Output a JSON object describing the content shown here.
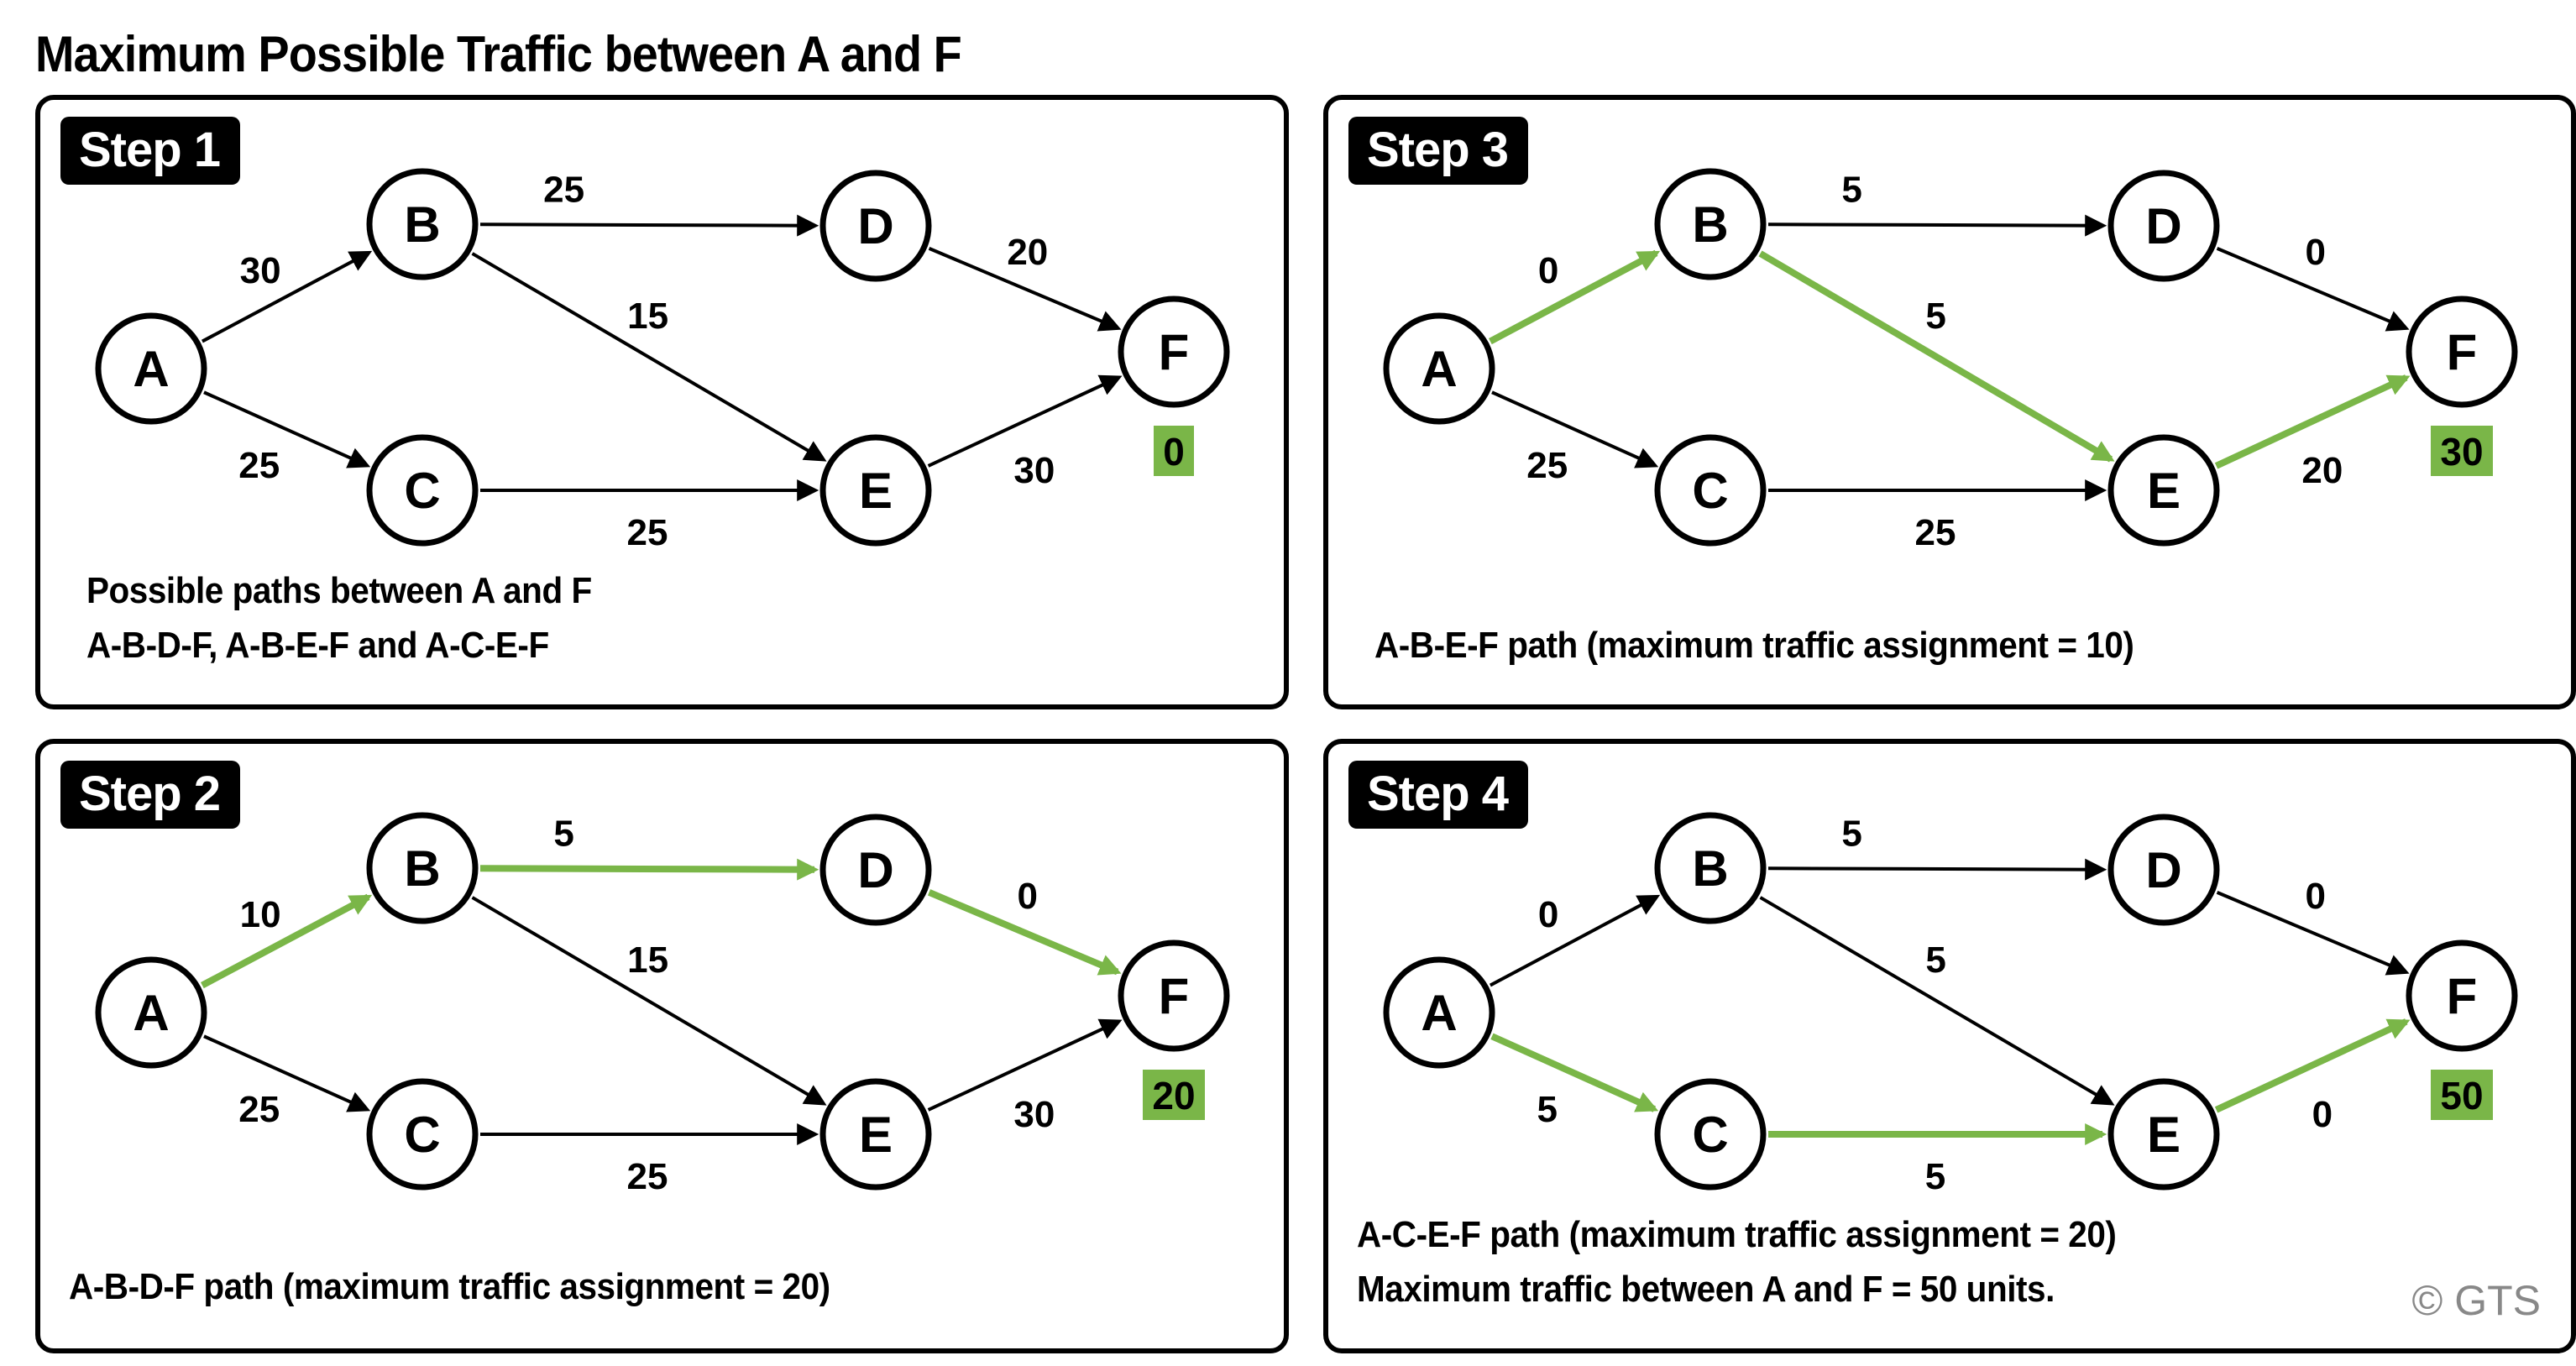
{
  "title": "Maximum Possible Traffic between A and F",
  "colors": {
    "highlight": "#7ab648",
    "edge": "#000000",
    "flowBox": "#7ab648"
  },
  "copyright": "© GTS",
  "steps": [
    {
      "id": "p1",
      "label": "Step 1",
      "caption": [
        "Possible paths between A and F",
        "A-B-D-F, A-B-E-F and A-C-E-F"
      ],
      "flow": "0",
      "edges": [
        {
          "from": "A",
          "to": "B",
          "value": "30",
          "highlight": false
        },
        {
          "from": "A",
          "to": "C",
          "value": "25",
          "highlight": false
        },
        {
          "from": "B",
          "to": "D",
          "value": "25",
          "highlight": false
        },
        {
          "from": "B",
          "to": "E",
          "value": "15",
          "highlight": false
        },
        {
          "from": "C",
          "to": "E",
          "value": "25",
          "highlight": false
        },
        {
          "from": "D",
          "to": "F",
          "value": "20",
          "highlight": false
        },
        {
          "from": "E",
          "to": "F",
          "value": "30",
          "highlight": false
        }
      ]
    },
    {
      "id": "p3",
      "label": "Step 3",
      "caption": [
        "A-B-E-F path (maximum traffic assignment = 10)"
      ],
      "flow": "30",
      "edges": [
        {
          "from": "A",
          "to": "B",
          "value": "0",
          "highlight": true
        },
        {
          "from": "A",
          "to": "C",
          "value": "25",
          "highlight": false
        },
        {
          "from": "B",
          "to": "D",
          "value": "5",
          "highlight": false
        },
        {
          "from": "B",
          "to": "E",
          "value": "5",
          "highlight": true
        },
        {
          "from": "C",
          "to": "E",
          "value": "25",
          "highlight": false
        },
        {
          "from": "D",
          "to": "F",
          "value": "0",
          "highlight": false
        },
        {
          "from": "E",
          "to": "F",
          "value": "20",
          "highlight": true
        }
      ]
    },
    {
      "id": "p2",
      "label": "Step 2",
      "caption": [
        "A-B-D-F path (maximum traffic assignment = 20)"
      ],
      "flow": "20",
      "edges": [
        {
          "from": "A",
          "to": "B",
          "value": "10",
          "highlight": true
        },
        {
          "from": "A",
          "to": "C",
          "value": "25",
          "highlight": false
        },
        {
          "from": "B",
          "to": "D",
          "value": "5",
          "highlight": true
        },
        {
          "from": "B",
          "to": "E",
          "value": "15",
          "highlight": false
        },
        {
          "from": "C",
          "to": "E",
          "value": "25",
          "highlight": false
        },
        {
          "from": "D",
          "to": "F",
          "value": "0",
          "highlight": true
        },
        {
          "from": "E",
          "to": "F",
          "value": "30",
          "highlight": false
        }
      ]
    },
    {
      "id": "p4",
      "label": "Step 4",
      "caption": [
        "A-C-E-F path (maximum traffic assignment = 20)",
        "Maximum traffic between A and F = 50 units."
      ],
      "flow": "50",
      "edges": [
        {
          "from": "A",
          "to": "B",
          "value": "0",
          "highlight": false
        },
        {
          "from": "A",
          "to": "C",
          "value": "5",
          "highlight": true
        },
        {
          "from": "B",
          "to": "D",
          "value": "5",
          "highlight": false
        },
        {
          "from": "B",
          "to": "E",
          "value": "5",
          "highlight": false
        },
        {
          "from": "C",
          "to": "E",
          "value": "5",
          "highlight": true
        },
        {
          "from": "D",
          "to": "F",
          "value": "0",
          "highlight": false
        },
        {
          "from": "E",
          "to": "F",
          "value": "0",
          "highlight": true
        }
      ]
    }
  ]
}
